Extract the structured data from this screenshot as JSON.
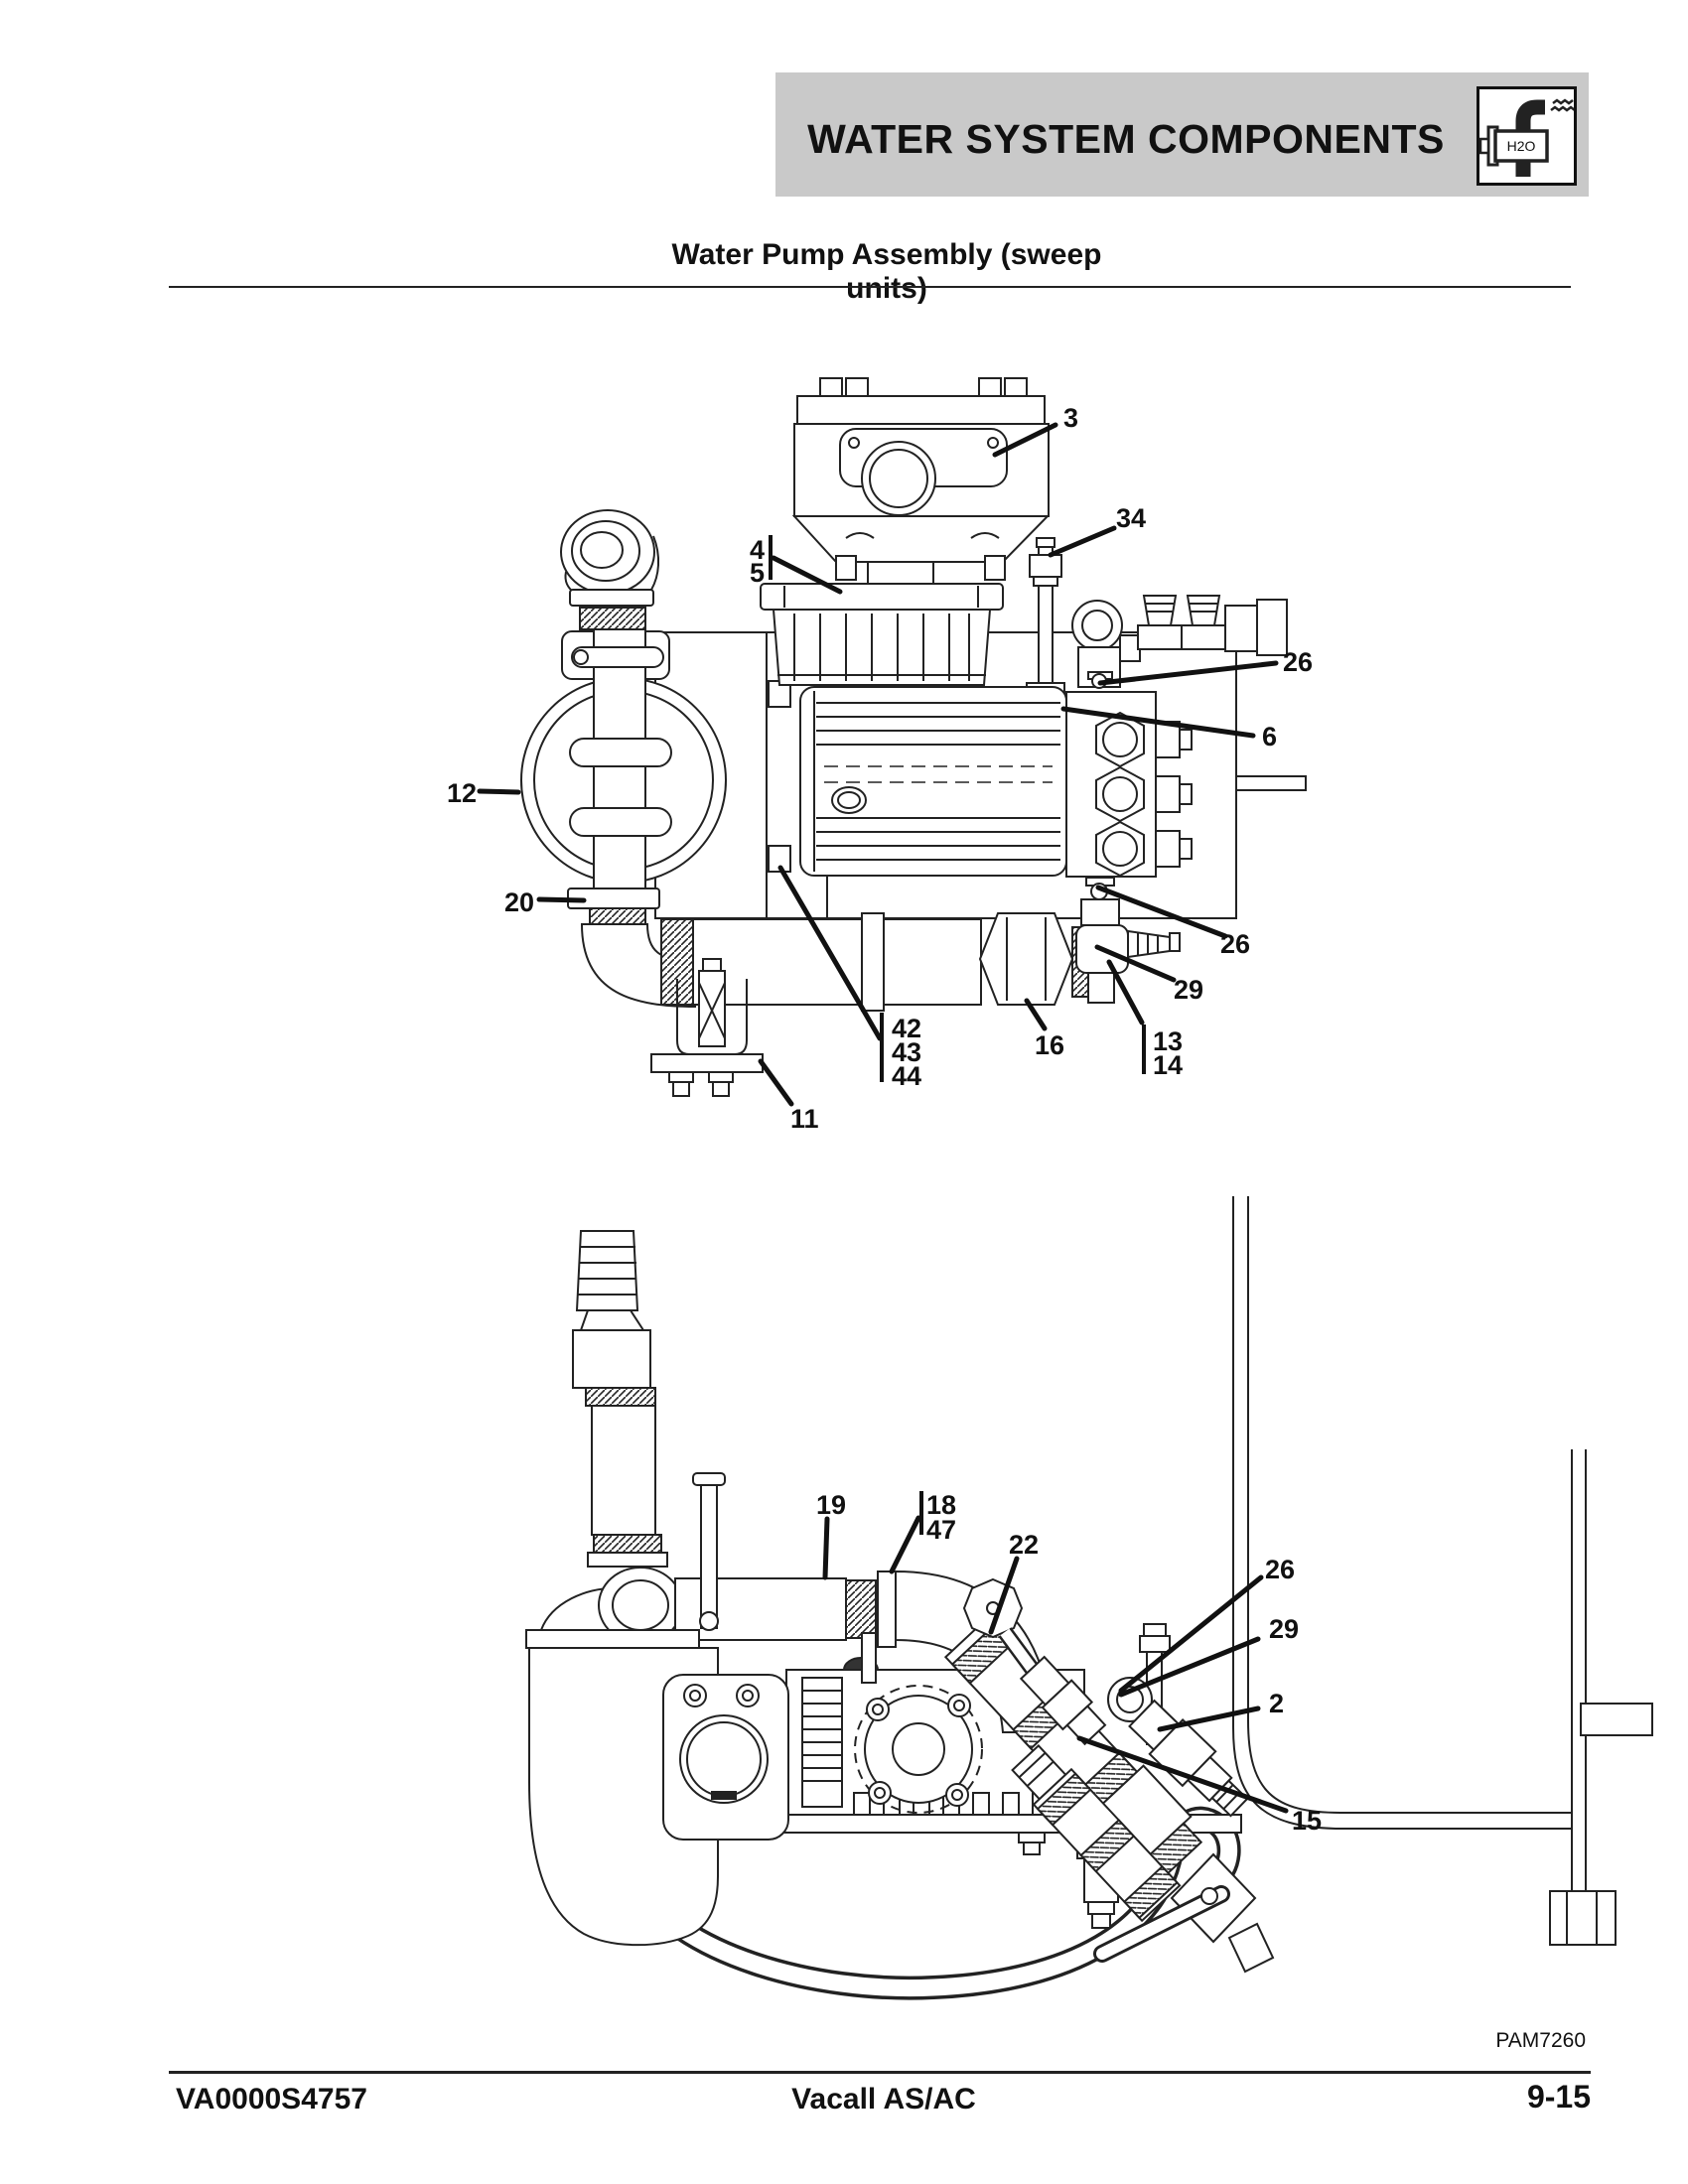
{
  "header": {
    "title": "WATER SYSTEM COMPONENTS",
    "banner_color": "#c9c9c9",
    "icon": {
      "name": "water-pump-h2o-icon",
      "label": "H2O"
    }
  },
  "section_title": "Water Pump Assembly (sweep units)",
  "figures": {
    "code": "PAM7260",
    "top": {
      "callouts": [
        "3",
        "34",
        "4",
        "5",
        "26",
        "6",
        "12",
        "20",
        "26",
        "29",
        "42",
        "43",
        "44",
        "16",
        "13",
        "14",
        "11"
      ]
    },
    "bottom": {
      "callouts": [
        "19",
        "18",
        "47",
        "22",
        "26",
        "29",
        "2",
        "15"
      ]
    }
  },
  "footer": {
    "doc_number": "VA0000S4757",
    "model": "Vacall AS/AC",
    "page_number": "9-15"
  }
}
